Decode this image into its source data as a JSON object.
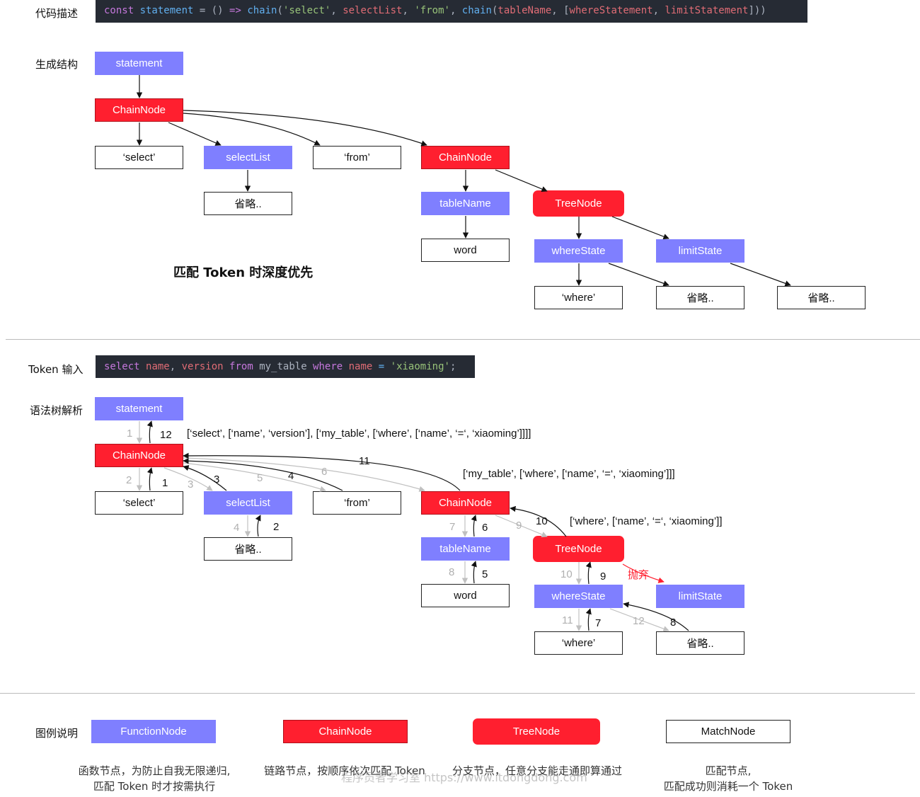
{
  "section_labels": {
    "code_desc": "代码描述",
    "structure": "生成结构",
    "token_input": "Token 输入",
    "tree_parse": "语法树解析",
    "legend": "图例说明"
  },
  "code_statement": {
    "parts": [
      {
        "cls": "kw",
        "t": "const "
      },
      {
        "cls": "fn",
        "t": "statement"
      },
      {
        "cls": "plain",
        "t": " = () "
      },
      {
        "cls": "kw",
        "t": "=>"
      },
      {
        "cls": "plain",
        "t": " "
      },
      {
        "cls": "fn",
        "t": "chain"
      },
      {
        "cls": "plain",
        "t": "("
      },
      {
        "cls": "str",
        "t": "'select'"
      },
      {
        "cls": "plain",
        "t": ", "
      },
      {
        "cls": "var",
        "t": "selectList"
      },
      {
        "cls": "plain",
        "t": ", "
      },
      {
        "cls": "str",
        "t": "'from'"
      },
      {
        "cls": "plain",
        "t": ", "
      },
      {
        "cls": "fn",
        "t": "chain"
      },
      {
        "cls": "plain",
        "t": "("
      },
      {
        "cls": "var",
        "t": "tableName"
      },
      {
        "cls": "plain",
        "t": ", ["
      },
      {
        "cls": "var",
        "t": "whereStatement"
      },
      {
        "cls": "plain",
        "t": ", "
      },
      {
        "cls": "var",
        "t": "limitStatement"
      },
      {
        "cls": "plain",
        "t": "]))"
      }
    ]
  },
  "code_token": {
    "parts": [
      {
        "cls": "kw",
        "t": "select "
      },
      {
        "cls": "var",
        "t": "name"
      },
      {
        "cls": "plain",
        "t": ", "
      },
      {
        "cls": "var",
        "t": "version "
      },
      {
        "cls": "kw",
        "t": "from "
      },
      {
        "cls": "plain",
        "t": "my_table "
      },
      {
        "cls": "kw",
        "t": "where "
      },
      {
        "cls": "var",
        "t": "name "
      },
      {
        "cls": "fn",
        "t": "= "
      },
      {
        "cls": "str",
        "t": "'xiaoming'"
      },
      {
        "cls": "plain",
        "t": ";"
      }
    ]
  },
  "structure_nodes": {
    "statement": "statement",
    "chain1": "ChainNode",
    "select": "‘select’",
    "selectList": "selectList",
    "from": "‘from’",
    "chain2": "ChainNode",
    "omit1": "省略..",
    "tableName": "tableName",
    "tree": "TreeNode",
    "word": "word",
    "whereState": "whereState",
    "limitState": "limitState",
    "where": "‘where’",
    "omit2": "省略..",
    "omit3": "省略.."
  },
  "heading_depth_first": "匹配 Token 时深度优先",
  "parse_nodes": {
    "statement": "statement",
    "chain1": "ChainNode",
    "select": "‘select’",
    "selectList": "selectList",
    "from": "‘from’",
    "chain2": "ChainNode",
    "omit1": "省略..",
    "tableName": "tableName",
    "tree": "TreeNode",
    "word": "word",
    "whereState": "whereState",
    "limitState": "limitState",
    "where": "‘where’",
    "omit2": "省略.."
  },
  "results": {
    "r1": "[‘select’, [‘name’, ‘version’], [‘my_table’, [‘where’, [‘name’, ‘=‘, ‘xiaoming’]]]]",
    "r2": "[‘my_table’, [‘where’, [‘name’, ‘=‘, ‘xiaoming’]]]",
    "r3": "[‘where’, [‘name’, ‘=‘, ‘xiaoming’]]"
  },
  "discard_label": "抛弃",
  "step_numbers": [
    "1",
    "2",
    "3",
    "4",
    "5",
    "6",
    "7",
    "8",
    "9",
    "10",
    "11",
    "12"
  ],
  "legend": {
    "function_node": "FunctionNode",
    "chain_node": "ChainNode",
    "tree_node": "TreeNode",
    "match_node": "MatchNode",
    "function_desc_1": "函数节点，为防止自我无限递归,",
    "function_desc_2": "匹配 Token 时才按需执行",
    "chain_desc": "链路节点，按顺序依次匹配 Token",
    "tree_desc": "分支节点，任意分支能走通即算通过",
    "match_desc_1": "匹配节点,",
    "match_desc_2": "匹配成功则消耗一个 Token"
  },
  "watermark": "程序员者学习室 https://www.itdongdong.com",
  "colors": {
    "function_node": "#7f7fff",
    "chain_node": "#ff1f2f",
    "tree_node": "#ff1f2f",
    "match_border": "#222222",
    "code_bg": "#262b34",
    "discard": "#ff1f2f"
  }
}
